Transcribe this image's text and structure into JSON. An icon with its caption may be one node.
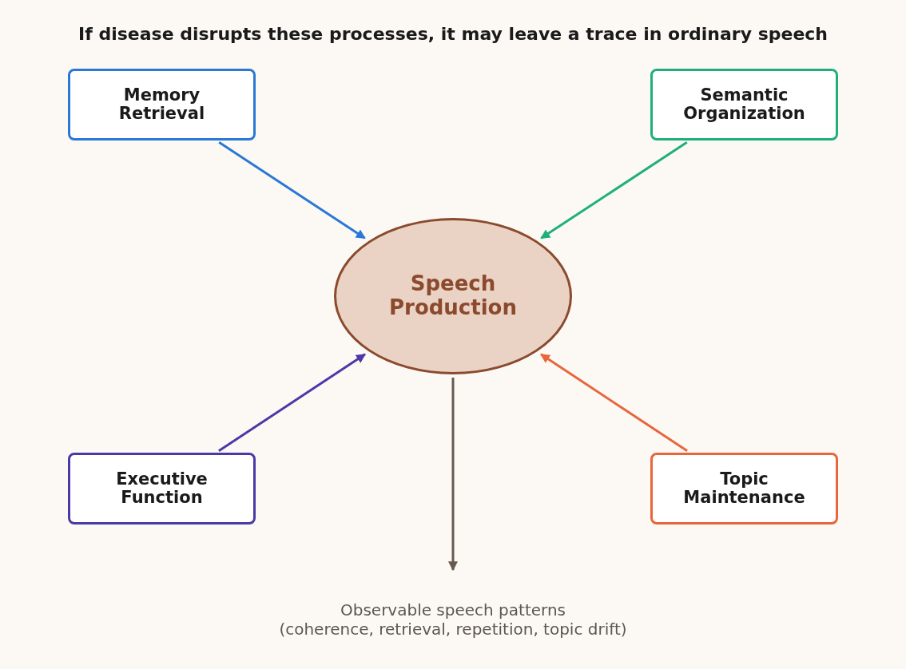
{
  "diagram": {
    "title": "If disease disrupts these processes, it may leave a trace in ordinary speech",
    "nodes": [
      {
        "text": [
          "Memory Retrieval"
        ]
      },
      {
        "text": [
          "Semantic Organization"
        ]
      },
      {
        "text": [
          "Speech Production"
        ]
      },
      {
        "text": [
          "Executive Function"
        ]
      },
      {
        "text": [
          "Topic Maintenance"
        ]
      },
      {
        "text": [
          "Observable speech patterns",
          "(coherence, retrieval, repetition, topic drift)"
        ]
      }
    ],
    "edges": [
      {
        "from": 0,
        "to": 2,
        "arrow": "to",
        "color": "#2a78d6"
      },
      {
        "from": 1,
        "to": 2,
        "arrow": "to",
        "color": "#1faf7c"
      },
      {
        "from": 3,
        "to": 2,
        "arrow": "to",
        "color": "#4a3aa6"
      },
      {
        "from": 4,
        "to": 2,
        "arrow": "to",
        "color": "#e8663a"
      },
      {
        "from": 2,
        "to": 5,
        "arrow": "to",
        "color": "#665a50"
      }
    ]
  }
}
